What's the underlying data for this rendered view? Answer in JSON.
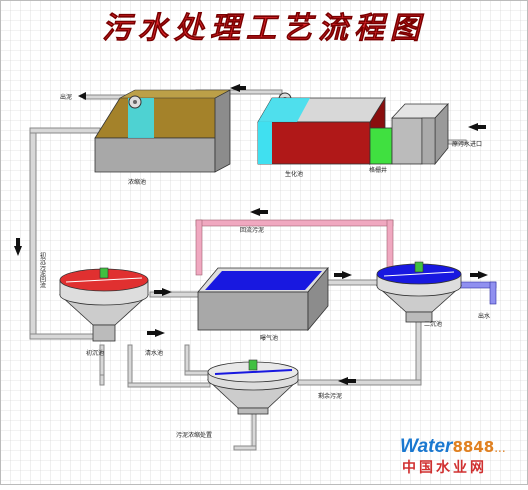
{
  "title": "污水处理工艺流程图",
  "labels": {
    "sludge_out": "出泥",
    "thickener": "浓缩池",
    "bio_tank": "生化池",
    "grille": "格栅井",
    "raw_sewage": "原污水进口",
    "return_sludge": "回流污泥",
    "primary_sludge": "初沉污泥回流",
    "aeration": "曝气池",
    "secondary": "二沉池",
    "outlet": "出水",
    "primary": "初沉池",
    "clean": "清水池",
    "residual": "剩余污泥",
    "sludge_dewater": "污泥浓缩处置"
  },
  "logo": {
    "brand_a": "Water",
    "brand_b": "8848",
    "suffix": "...",
    "cn": "中国水业网"
  },
  "colors": {
    "title_red": "#e0282e",
    "pipe": "#c8c8c8",
    "water_blue": "#1818e0",
    "sludge": "#a4822a",
    "bio_red": "#b01818",
    "cyan": "#40e0f0",
    "green": "#40e040",
    "pink": "#f0a8c0",
    "tank_top": "#cccccc",
    "tank_front": "#999999"
  }
}
